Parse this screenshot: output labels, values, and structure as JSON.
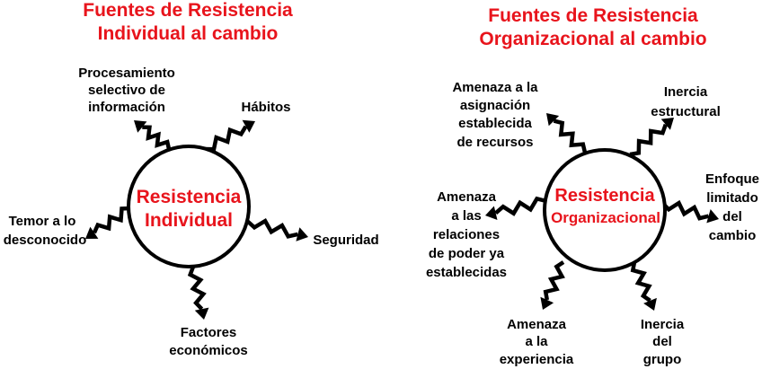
{
  "colors": {
    "title": "#e8141c",
    "center_text": "#e8141c",
    "lines": "#000000",
    "background": "#ffffff"
  },
  "left": {
    "title_lines": [
      "Fuentes de Resistencia",
      "Individual al cambio"
    ],
    "center_lines": [
      "Resistencia",
      "Individual"
    ],
    "sources": [
      {
        "id": "procesamiento",
        "lines": [
          "Procesamiento",
          "selectivo de",
          "información"
        ]
      },
      {
        "id": "habitos",
        "lines": [
          "Hábitos"
        ]
      },
      {
        "id": "seguridad",
        "lines": [
          "Seguridad"
        ]
      },
      {
        "id": "factores",
        "lines": [
          "Factores",
          "económicos"
        ]
      },
      {
        "id": "temor",
        "lines": [
          "Temor a lo",
          "desconocido"
        ]
      }
    ]
  },
  "right": {
    "title_lines": [
      "Fuentes de Resistencia",
      "Organizacional al cambio"
    ],
    "center_lines": [
      "Resistencia",
      "Organizacional"
    ],
    "sources": [
      {
        "id": "asignacion",
        "lines": [
          "Amenaza a la",
          "asignación",
          "establecida",
          "de recursos"
        ]
      },
      {
        "id": "inercia-estructural",
        "lines": [
          "Inercia",
          "estructural"
        ]
      },
      {
        "id": "enfoque",
        "lines": [
          "Enfoque",
          "limitado",
          "del",
          "cambio"
        ]
      },
      {
        "id": "inercia-grupo",
        "lines": [
          "Inercia",
          "del",
          "grupo"
        ]
      },
      {
        "id": "experiencia",
        "lines": [
          "Amenaza",
          "a la",
          "experiencia"
        ]
      },
      {
        "id": "relaciones",
        "lines": [
          "Amenaza",
          "a las",
          "relaciones",
          "de poder ya",
          "establecidas"
        ]
      }
    ]
  }
}
